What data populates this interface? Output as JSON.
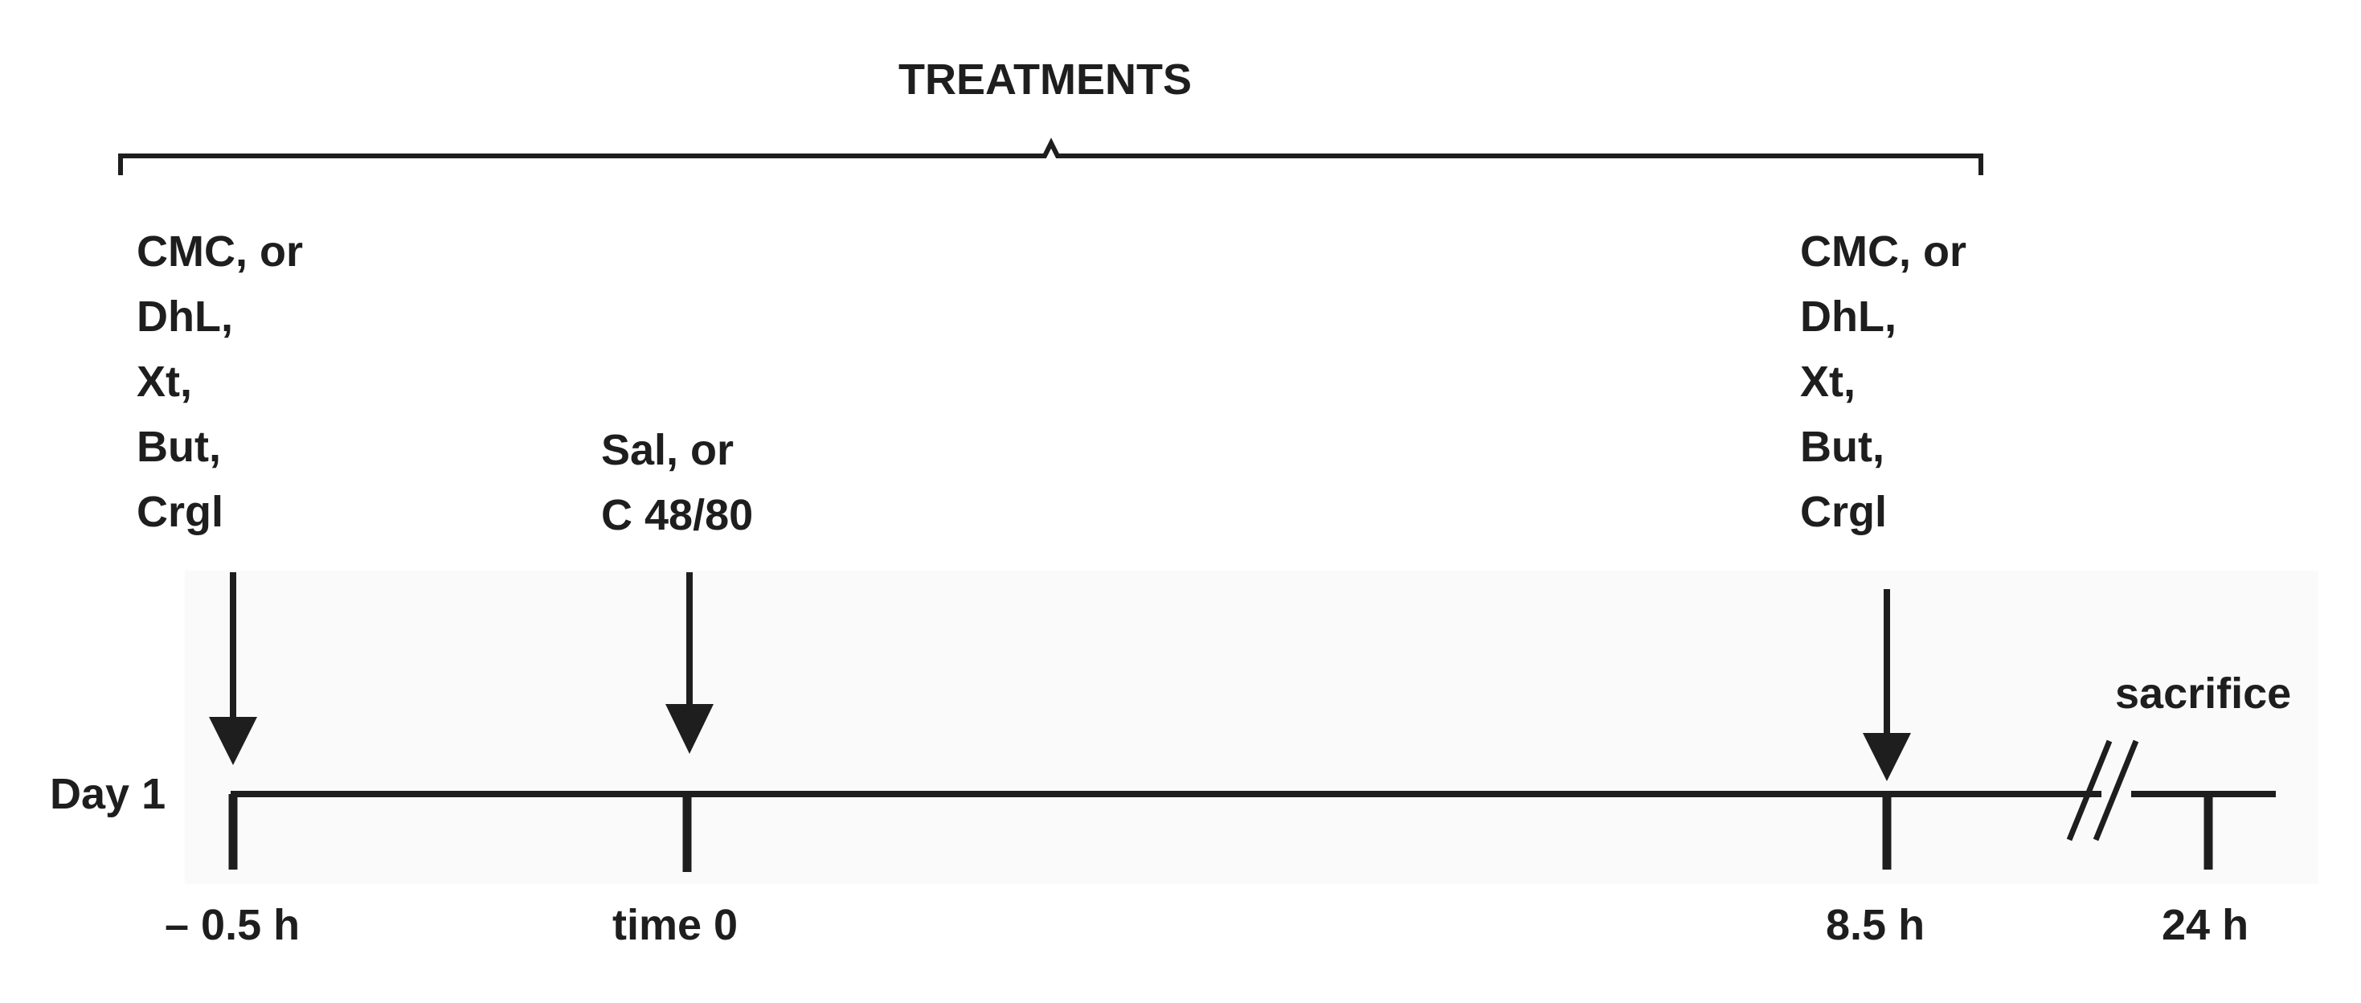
{
  "header": {
    "title": "TREATMENTS"
  },
  "events": {
    "pre_treatment": {
      "lines": [
        "CMC, or",
        "DhL,",
        "Xt,",
        "But,",
        "Crgl"
      ],
      "time": "– 0.5 h"
    },
    "challenge": {
      "lines": [
        "Sal, or",
        "C 48/80"
      ],
      "time": "time 0"
    },
    "post_treatment": {
      "lines": [
        "CMC, or",
        "DhL,",
        "Xt,",
        "But,",
        "Crgl"
      ],
      "time": "8.5 h"
    },
    "end": {
      "label": "sacrifice",
      "time": "24 h"
    }
  },
  "timeline": {
    "day_label": "Day 1"
  },
  "colors": {
    "ink": "#1e1e1e",
    "panel": "#fafafa",
    "background": "#ffffff"
  }
}
